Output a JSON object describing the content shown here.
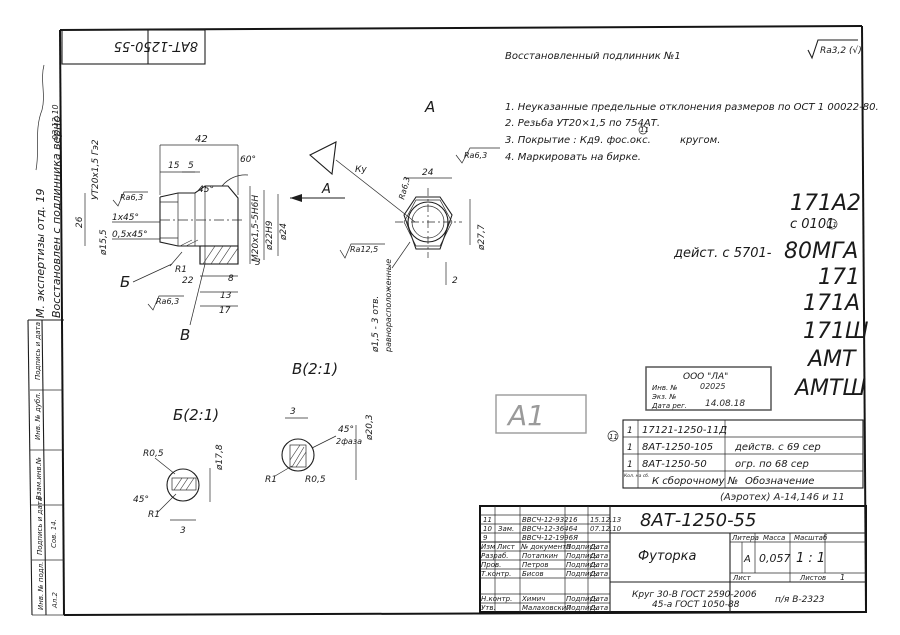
{
  "stamp_top": "8АТ-1250-55",
  "header": {
    "title": "Восстановленный подлинник №1",
    "roughness": "Ra3,2 (√)"
  },
  "notes": [
    "1. Неуказанные предельные отклонения размеров по ОСТ 1 00022-80.",
    "2. Резьба УТ20×1,5 по 754АТ.",
    "3. Покрытие : Кд9. фос.окс.",
    "кругом.",
    "4. Маркировать на бирке."
  ],
  "note_mark": "11",
  "left_margin": {
    "line1": "М. экспертизы отд. 19",
    "line2": "Восстановлен с подлинника верно",
    "sign_date": "02.12.10"
  },
  "view_labels": {
    "view_a": "А",
    "section_b": "Б",
    "section_v": "В",
    "detail_v": "В(2:1)",
    "detail_b": "Б(2:1)",
    "ku": "Ку"
  },
  "dims": {
    "d42": "42",
    "d15": "15",
    "d5": "5",
    "d60": "60°",
    "d45": "45°",
    "ra63a": "Ra6,3",
    "ra63b": "Ra6,3",
    "ra63c": "Ra6,3",
    "ra63d": "Ra6,3",
    "ra125": "Ra12,5",
    "ch1": "1х45°",
    "ch2": "0,5х45°",
    "d155": "ø15,5",
    "d26": "26",
    "ut20": "УТ20х1,5 Гэ2",
    "m20": "M20х1,5-5Н6Н",
    "d22h9": "ø22Н9",
    "d24": "ø24",
    "r1": "R1",
    "d22": "22",
    "d8": "8",
    "d3": "3",
    "d13": "13",
    "d17": "17",
    "w24": "24",
    "d277": "ø27,7",
    "d2": "2",
    "holes": "ø1,5 - 3 отв.",
    "holes2": "равнорасположенные",
    "dv3": "3",
    "dv45": "45°",
    "dv2": "2фаза",
    "d203": "ø20,3",
    "rv1": "R1",
    "rv05": "R0,5",
    "rb05": "R0,5",
    "d178": "ø17,8",
    "db45": "45°",
    "rb1": "R1",
    "db3": "3"
  },
  "right_codes": {
    "c1": "171А2",
    "c1sub": "с 0101",
    "c1mark": "11",
    "deist": "дейст. с 5701-",
    "c2": "80МГА",
    "c3": "171",
    "c4": "171А",
    "c5": "171Ш",
    "c6": "АМТ",
    "c7": "АМТШ"
  },
  "stamp_ooo": {
    "title": "ООО \"ЛА\"",
    "inv": "Инв. №",
    "inv_val": "02025",
    "ekz": "Экз. №",
    "date": "Дата рег.",
    "date_val": "14.08.18"
  },
  "a1": "А1",
  "assembly": {
    "mark": "11",
    "rows": [
      {
        "qty": "1",
        "code": "17121-1250-11Д",
        "note": ""
      },
      {
        "qty": "1",
        "code": "8АТ-1250-105",
        "note": "действ. с 69 сер"
      },
      {
        "qty": "1",
        "code": "8АТ-1250-50",
        "note": "огр. по 68 сер"
      }
    ],
    "hdr_kol": "Кол. на сб.",
    "hdr_code": "К сборочному №",
    "hdr_note": "Обозначение",
    "aero": "(Аэротех) А-14,146 и 11"
  },
  "revisions": [
    {
      "izm": "11",
      "list": "",
      "doc": "ВВСЧ-12-93216",
      "sign": "",
      "date": "15.12.13"
    },
    {
      "izm": "10",
      "list": "Зам.",
      "doc": "ВВСЧ-12-36464",
      "sign": "",
      "date": "07.12.10"
    },
    {
      "izm": "9",
      "list": "",
      "doc": "ВВСЧ-12-1996Я",
      "sign": "",
      "date": ""
    }
  ],
  "tb_headers": [
    "Изм",
    "Лист",
    "№ документа",
    "Подпись",
    "Дата"
  ],
  "tb_roles": [
    {
      "role": "Разраб.",
      "name": "Потапкин",
      "sign": "Подпись",
      "date": "Дата"
    },
    {
      "role": "Пров.",
      "name": "Петров",
      "sign": "Подпись",
      "date": "Дата"
    },
    {
      "role": "Т.контр.",
      "name": "Бисов",
      "sign": "Подпись",
      "date": "Дата"
    },
    {
      "role": "",
      "name": "",
      "sign": "",
      "date": ""
    },
    {
      "role": "Н.контр.",
      "name": "Химич",
      "sign": "Подпись",
      "date": "Дата"
    },
    {
      "role": "Утв.",
      "name": "Малаховский",
      "sign": "Подпись",
      "date": "Дата"
    }
  ],
  "title_block": {
    "number": "8АТ-1250-55",
    "name": "Футорка",
    "litera_h": "Литера",
    "massa_h": "Масса",
    "masshtab_h": "Масштаб",
    "litera": "А",
    "massa": "0,057",
    "masshtab": "1 : 1",
    "list_h": "Лист",
    "listov_h": "Листов",
    "listov": "1",
    "material1": "Круг 30-В ГОСТ 2590-2006",
    "material2": "45-а ГОСТ 1050-88",
    "org": "п/я В-2323"
  },
  "left_columns": [
    "Инв. № подл.",
    "Подпись и дата",
    "Взам.инв.№",
    "Инв. № дубл.",
    "Подпись и дата"
  ],
  "left_columns_vals": [
    "Сов. 14.",
    "Ал.2"
  ]
}
